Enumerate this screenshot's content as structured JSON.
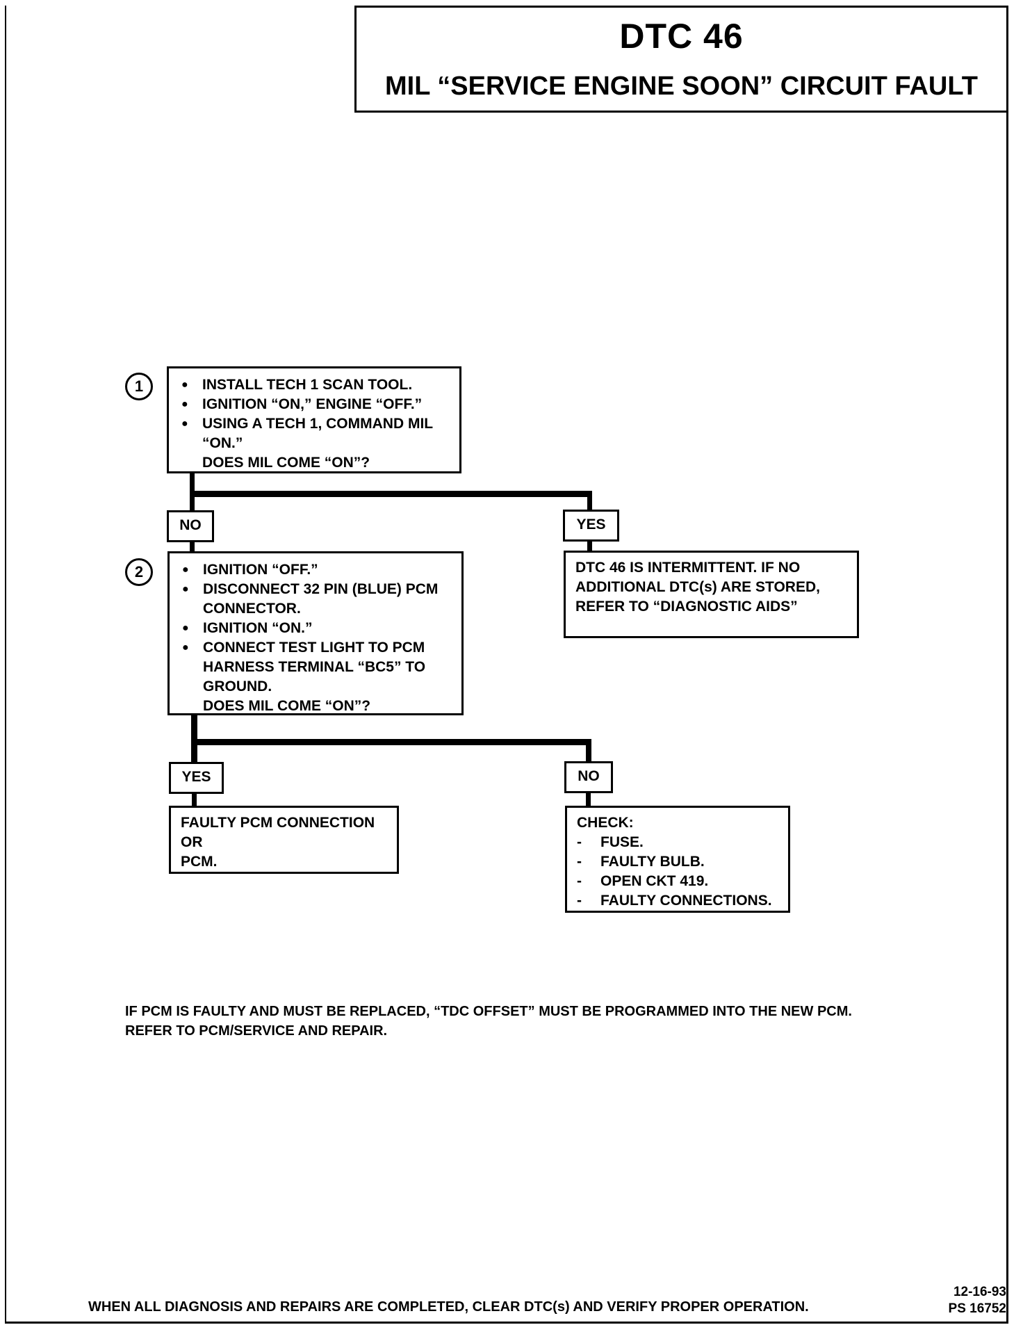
{
  "header": {
    "code": "DTC 46",
    "subtitle": "MIL “SERVICE ENGINE SOON” CIRCUIT FAULT"
  },
  "step1": {
    "number": "1",
    "items": [
      "INSTALL TECH 1 SCAN TOOL.",
      "IGNITION “ON,” ENGINE “OFF.”",
      "USING A TECH 1, COMMAND MIL “ON.”"
    ],
    "question": "DOES MIL COME “ON”?"
  },
  "branch1": {
    "no_label": "NO",
    "yes_label": "YES"
  },
  "yes1_result": {
    "text": "DTC 46 IS INTERMITTENT.  IF NO ADDITIONAL DTC(s) ARE STORED, REFER TO “DIAGNOSTIC AIDS”"
  },
  "step2": {
    "number": "2",
    "items": [
      "IGNITION “OFF.”",
      "DISCONNECT 32 PIN (BLUE) PCM CONNECTOR.",
      "IGNITION “ON.”",
      "CONNECT TEST LIGHT TO PCM HARNESS TERMINAL “BC5” TO GROUND."
    ],
    "question": "DOES MIL COME “ON”?"
  },
  "branch2": {
    "yes_label": "YES",
    "no_label": "NO"
  },
  "yes2_result": {
    "lines": [
      "FAULTY PCM CONNECTION",
      "OR",
      "PCM."
    ]
  },
  "no2_result": {
    "heading": "CHECK:",
    "items": [
      "FUSE.",
      "FAULTY BULB.",
      "OPEN CKT 419.",
      "FAULTY CONNECTIONS."
    ]
  },
  "note": {
    "line1": "IF PCM IS FAULTY AND MUST BE REPLACED, “TDC OFFSET” MUST BE PROGRAMMED INTO THE NEW PCM.",
    "line2": "REFER TO PCM/SERVICE AND REPAIR."
  },
  "footer": {
    "text": "WHEN ALL DIAGNOSIS AND REPAIRS ARE COMPLETED, CLEAR DTC(s) AND VERIFY PROPER OPERATION.",
    "date": "12-16-93",
    "ps_number": "PS 16752"
  }
}
